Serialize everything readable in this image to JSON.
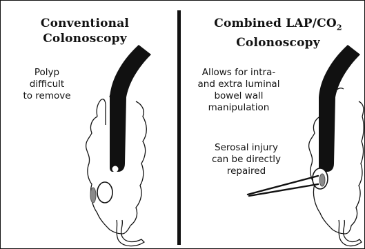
{
  "left_panel": {
    "title_line1": "Conventional",
    "title_line2": "Colonoscopy",
    "annotation": [
      "Polyp",
      "difficult",
      "to remove"
    ]
  },
  "right_panel": {
    "title_line1": "Combined LAP/CO",
    "title_subscript": "2",
    "title_line2": "Colonoscopy",
    "annotation_manipulation": [
      "Allows for intra-",
      "and extra luminal",
      "bowel wall",
      "manipulation"
    ],
    "annotation_repair": [
      "Serosal injury",
      "can be directly",
      "repaired"
    ]
  },
  "colors": {
    "ink": "#111111",
    "polyp": "#8a8a8a",
    "background": "#ffffff"
  },
  "icons": [
    "colon-outline",
    "colonoscope",
    "polyp",
    "laparoscopic-instrument"
  ]
}
